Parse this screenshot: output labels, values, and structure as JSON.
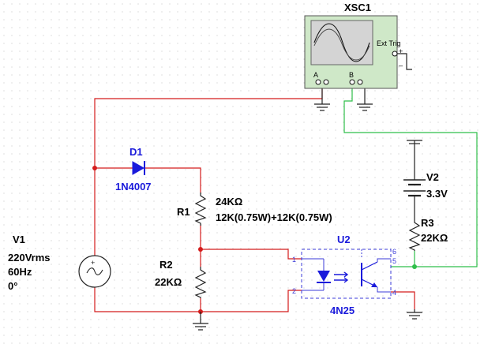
{
  "scope": {
    "ref": "XSC1",
    "ext_trig": "Ext Trig",
    "ch_a": "A",
    "ch_b": "B",
    "plus": "+",
    "minus": "_"
  },
  "source": {
    "ref": "V1",
    "voltage": "220Vrms",
    "freq": "60Hz",
    "phase": "0°"
  },
  "diode": {
    "ref": "D1",
    "model": "1N4007"
  },
  "r1": {
    "ref": "R1",
    "value": "24KΩ",
    "note": "12K(0.75W)+12K(0.75W)"
  },
  "r2": {
    "ref": "R2",
    "value": "22KΩ"
  },
  "v2": {
    "ref": "V2",
    "value": "3.3V"
  },
  "r3": {
    "ref": "R3",
    "value": "22KΩ"
  },
  "opto": {
    "ref": "U2",
    "model": "4N25",
    "pins": [
      "1",
      "2",
      "4",
      "5",
      "6"
    ]
  },
  "colors": {
    "wire_red": "#d41c1c",
    "wire_green": "#2fbf4a",
    "wire_black": "#222222",
    "part_blue": "#1a1adb",
    "opto_dash": "#3b3bd8",
    "scope_bg": "#cfe8c8",
    "screen_bg": "#d4d4d4"
  }
}
